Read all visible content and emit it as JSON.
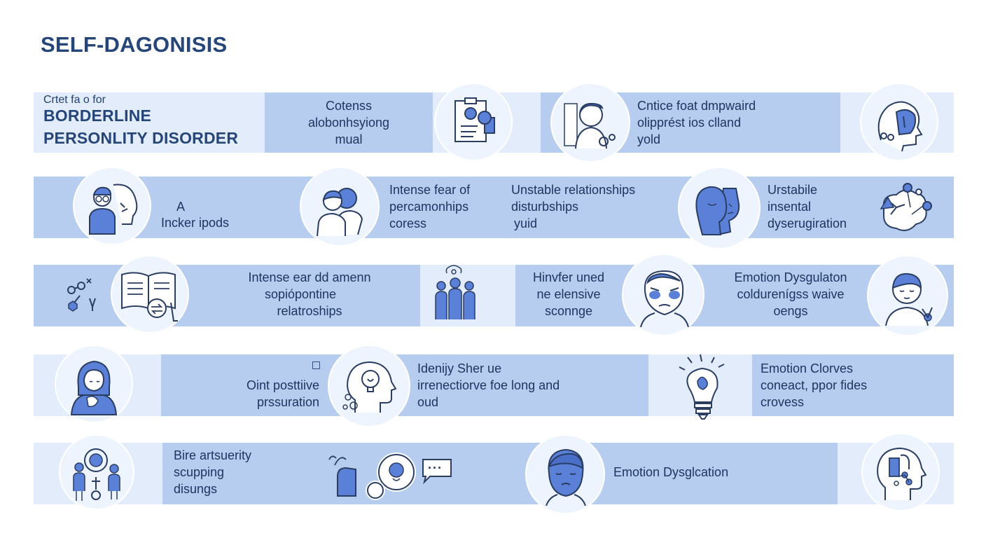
{
  "title": "SELF-DAGONISIS",
  "header": {
    "small": "Crtet fa o for",
    "big1": "BORDERLINE",
    "big2": "PERSONLITY DISORDER"
  },
  "rows": [
    {
      "texts": [
        [
          "Cotenss",
          "alobonhsyiong",
          "mual"
        ],
        [
          "Cntice foat dmpwaird",
          "olipprést ios clland",
          "yold"
        ]
      ]
    },
    {
      "texts": [
        [
          "A",
          "Incker ipods"
        ],
        [
          "Intense fear of",
          "percamonhips",
          "coress"
        ],
        [
          "Unstable relationships",
          "disturbships",
          "yuid"
        ],
        [
          "Urstabile",
          "insental",
          "dyserugiration"
        ]
      ]
    },
    {
      "texts": [
        [
          "Intense ear dd amenn",
          "sopiópontine",
          "relatroships"
        ],
        [
          "Hinvfer uned",
          "ne elensive",
          "sconnge"
        ],
        [
          "Emotion Dysgulaton",
          "coldurenígss waive",
          "oengs"
        ]
      ]
    },
    {
      "texts": [
        [
          "Oint posttiive",
          "prssuration"
        ],
        [
          "Idenijy Sher ue",
          "irrenectiorve foe long and",
          "oud"
        ],
        [
          "Emotion Clorves",
          "coneact, ppor fides",
          "crovess"
        ]
      ]
    },
    {
      "texts": [
        [
          "Bire artsuerity",
          "scupping",
          "disungs"
        ],
        [
          "Emotion Dysglcation"
        ]
      ]
    }
  ],
  "speech_bubble": "···",
  "colors": {
    "band_dark": "#b6cdef",
    "band_light": "#e2ecfa",
    "icon_fill": "#5b80d8",
    "icon_stroke": "#2a3d63",
    "title": "#26467a"
  }
}
